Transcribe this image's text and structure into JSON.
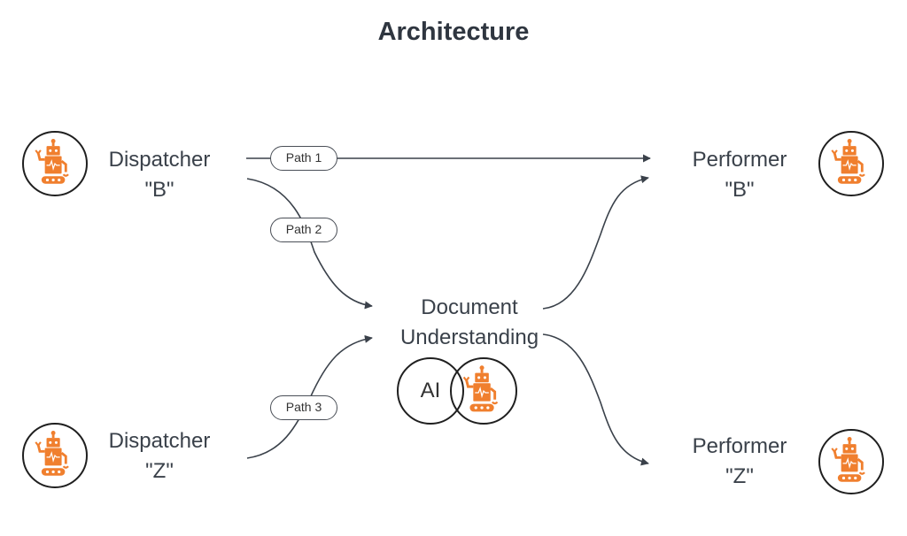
{
  "title": "Architecture",
  "colors": {
    "robot": "#f07f2e",
    "line": "#3a414a"
  },
  "nodes": {
    "dispatcher_b": {
      "line1": "Dispatcher",
      "line2": "\"B\"",
      "icon": "robot-icon"
    },
    "dispatcher_z": {
      "line1": "Dispatcher",
      "line2": "\"Z\"",
      "icon": "robot-icon"
    },
    "performer_b": {
      "line1": "Performer",
      "line2": "\"B\"",
      "icon": "robot-icon"
    },
    "performer_z": {
      "line1": "Performer",
      "line2": "\"Z\"",
      "icon": "robot-icon"
    },
    "doc_understanding": {
      "line1": "Document",
      "line2": "Understanding",
      "ai_label": "AI",
      "icon": "robot-icon"
    }
  },
  "edges": [
    {
      "from": "Dispatcher \"B\"",
      "to": "Performer \"B\"",
      "label": "Path 1"
    },
    {
      "from": "Dispatcher \"B\"",
      "to": "Document Understanding",
      "label": "Path 2"
    },
    {
      "from": "Dispatcher \"Z\"",
      "to": "Document Understanding",
      "label": "Path 3"
    },
    {
      "from": "Document Understanding",
      "to": "Performer \"B\"",
      "label": ""
    },
    {
      "from": "Document Understanding",
      "to": "Performer \"Z\"",
      "label": ""
    }
  ]
}
